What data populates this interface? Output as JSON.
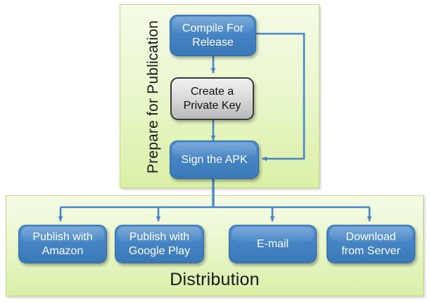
{
  "diagram": {
    "title_vertical": "Prepare for Publication",
    "title_horizontal": "Distribution",
    "colors": {
      "node_blue": "#4686c6",
      "node_blue_border": "#2f69a6",
      "node_gray": "#dcdcdc",
      "node_gray_border": "#3a3a3a",
      "panel_green": "#eaf7cf",
      "panel_border": "#c3d98a",
      "connector": "#4a86c5",
      "text_light": "#ffffff",
      "text_dark": "#17191a"
    }
  },
  "prepare_group": {
    "label": "Prepare for Publication",
    "nodes": [
      {
        "id": "compile",
        "label": "Compile For\nRelease",
        "type": "blue"
      },
      {
        "id": "private-key",
        "label": "Create a\nPrivate Key",
        "type": "gray"
      },
      {
        "id": "sign-apk",
        "label": "Sign the APK",
        "type": "blue"
      }
    ]
  },
  "distribution_group": {
    "label": "Distribution",
    "nodes": [
      {
        "id": "amazon",
        "label": "Publish with\nAmazon",
        "type": "blue"
      },
      {
        "id": "google-play",
        "label": "Publish with\nGoogle Play",
        "type": "blue"
      },
      {
        "id": "email",
        "label": "E-mail",
        "type": "blue"
      },
      {
        "id": "download-server",
        "label": "Download\nfrom Server",
        "type": "blue"
      }
    ]
  },
  "connectors": [
    {
      "from": "compile",
      "to": "private-key",
      "style": "arrow-down"
    },
    {
      "from": "private-key",
      "to": "sign-apk",
      "style": "arrow-down"
    },
    {
      "from": "compile",
      "to": "sign-apk",
      "style": "feedback-loop-right"
    },
    {
      "from": "sign-apk",
      "to": "amazon",
      "style": "tree-branch"
    },
    {
      "from": "sign-apk",
      "to": "google-play",
      "style": "tree-branch"
    },
    {
      "from": "sign-apk",
      "to": "email",
      "style": "tree-branch"
    },
    {
      "from": "sign-apk",
      "to": "download-server",
      "style": "tree-branch"
    }
  ]
}
